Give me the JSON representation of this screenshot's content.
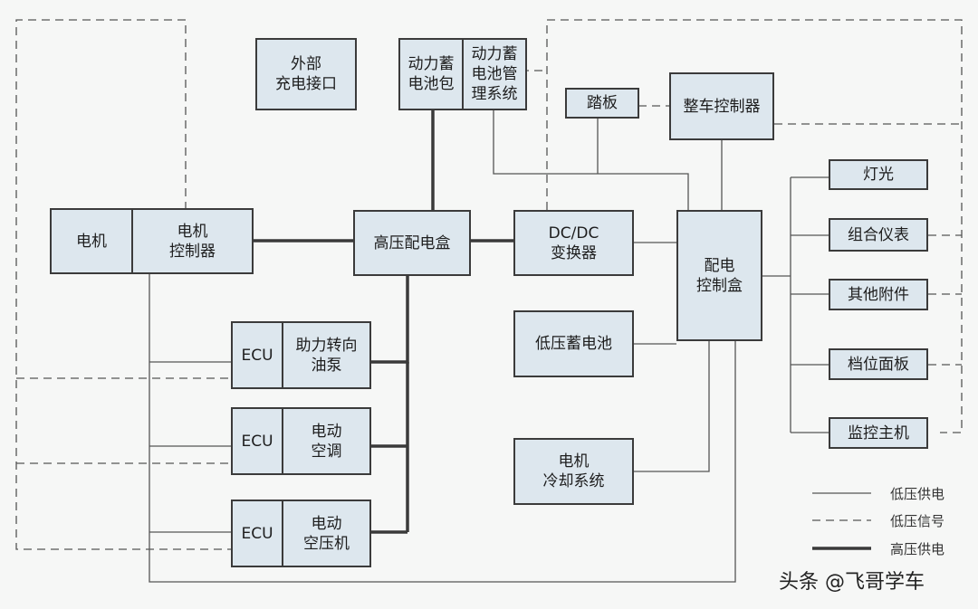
{
  "boxes": {
    "external_charging_port": "外部\n充电接口",
    "power_battery_pack": "动力蓄\n电池包",
    "battery_management_system": "动力蓄\n电池管\n理系统",
    "pedal": "踏板",
    "vehicle_controller": "整车控制器",
    "motor": "电机",
    "motor_controller": "电机\n控制器",
    "high_voltage_distribution_box": "高压配电盒",
    "dcdc_converter": "DC/DC\n变换器",
    "distribution_control_box": "配电\n控制盒",
    "lights": "灯光",
    "instrument_cluster": "组合仪表",
    "other_accessories": "其他附件",
    "gear_panel": "档位面板",
    "monitoring_host": "监控主机",
    "ecu_1": "ECU",
    "power_steering_pump": "助力转向\n油泵",
    "low_voltage_battery": "低压蓄电池",
    "ecu_2": "ECU",
    "electric_ac": "电动\n空调",
    "motor_cooling_system": "电机\n冷却系统",
    "ecu_3": "ECU",
    "electric_air_compressor": "电动\n空压机"
  },
  "legend": {
    "low_voltage_power": "低压供电",
    "low_voltage_signal": "低压信号",
    "high_voltage_power": "高压供电"
  },
  "watermark": "头条 @飞哥学车"
}
